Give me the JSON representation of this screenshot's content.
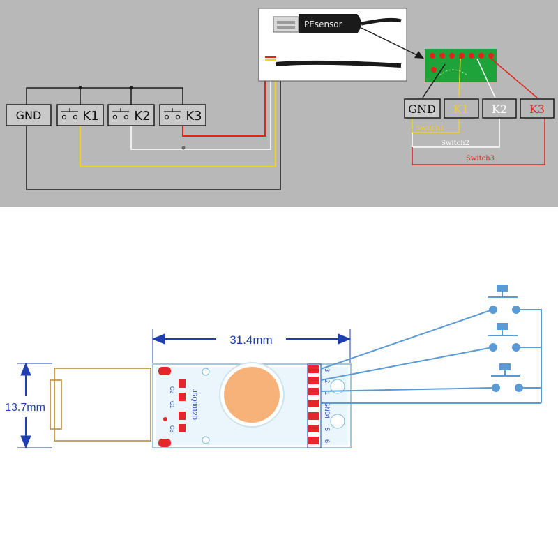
{
  "top": {
    "left_terminals": [
      "GND",
      "K1",
      "K2",
      "K3"
    ],
    "right_terminals": [
      "GND",
      "K1",
      "K2",
      "K3"
    ],
    "usb_brand": "PEsensor",
    "switch_labels": [
      "Switch1",
      "Switch2",
      "Switch3"
    ],
    "colors": {
      "background": "#b8b8b8",
      "wire_black": "#1a1a1a",
      "wire_yellow": "#f2d21a",
      "wire_white": "#ffffff",
      "wire_red": "#e0231b",
      "pcb_green": "#1ea23a"
    }
  },
  "bottom": {
    "width_dimension": "31.4mm",
    "height_dimension": "13.7mm",
    "pin_labels": [
      "3",
      "2",
      "1",
      "GND",
      "4",
      "5",
      "6"
    ],
    "silk_text": [
      "JSQ8012D",
      "C2",
      "C1",
      "C3"
    ],
    "colors": {
      "dimension": "#1f3fb0",
      "wire_blue": "#5b9bd5",
      "pad_red": "#e3272c",
      "sensor_orange": "#f7b27a",
      "connector_brown": "#b8862d"
    }
  }
}
